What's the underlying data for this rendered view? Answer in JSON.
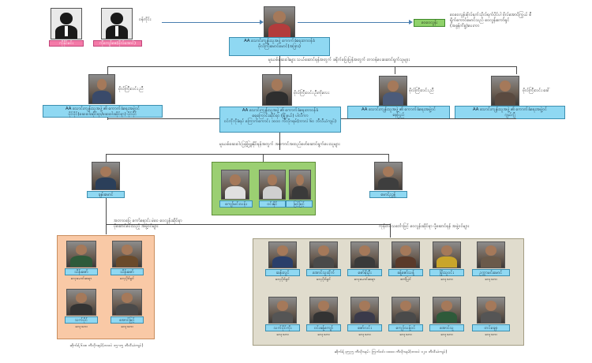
{
  "top": {
    "silhouette1_label": "ကိုနိုင်မင်း",
    "silhouette2_label": "ကိုကျော်ဇေ(ဗိုလ်အောင်)",
    "silhouette_connector": "၀န်ကိုင်း",
    "leader_box": "AA သောင်းကျန်းသူအဖွဲ့ ကောက်ခံရေးတာဝန်ခံ\nဗိုလ်ကြီးမောင်မောင်(အခြား)",
    "green_tag": "ဝေဝေလွန်း",
    "right_note": "ဝေဝေလွန်းဗိုလ်ရက်သိုလ်ရက်ပိုင်ပါ ဗိုလ်အောင်ကြွယ် စီ\nရှိုက်ကောင်မောင်သည် ဝေလွန်းကော်ရှင်\n(အခွန်ကိစ္စ)ပေးကာ"
  },
  "mid_caption": "မူးယစ်ဆေးဝါးများ သယ်ဆောင်ရန်အတွက် ခရိုက်ပြေးပြန်အတွက် တာဝန်ပေးဆောင်ရွက်သူများ",
  "officers": [
    {
      "name": "ဗိုလ်ကြီးလင်း ညီ",
      "box": "AA သောင်းကျန်းသူအဖွဲ့ ၏ ကောက်ခံရေးအဖွဲ့ဝင်\nပိုင်ပိုင်(ဆေးဝါးဆိုင်ရာ/ဆေးဝါးဆိုင်ရာ) ပိုင်ပိုင်"
    },
    {
      "name": "ဗိုလ်ကြီးလင်း ဦးကိုလေး",
      "box": "AA သောင်းကျန်းသူအဖွဲ့ ၏ ကောက်ခံရေးတာဝန်ခံ\nရေကြောင်းဆိုင်ရာ (မြို့နယ်) ပါလီကာ\nဝင်ကိုကိုခံရပ် ကြောက်ကောင်း ၁၀၀၀ ကီလိုဂရမ်(ဘာလဲ ၆၀ ဘီလီယံကျပ်)"
    },
    {
      "name": "ဗိုလ်ကြီးလင်း ညီ",
      "box": "AA သောင်းကျန်းသူအဖွဲ့ ၏ ကောက်ခံရေးအဖွဲ့ဝင်\nနေပြည်"
    },
    {
      "name": "ဗိုလ်ကြီးလင်း ခေါ်",
      "box": "AA သောင်းကျန်းသူအဖွဲ့ ၏ ကောက်ခံရေးအဖွဲ့ဝင်\nဂျယ်ဂျီ"
    }
  ],
  "lower_caption": "မူးယစ်ဆေးဝါး ဖြန့်ဖြူးနိုင်ရန်အတွက် အကောင်အထည်ဖော်ဆောင်ရွက်ပေးသူများ",
  "left_person": {
    "name": "ချမ်းမောင်"
  },
  "middle_group": [
    {
      "name": "ကျော်မင်းသန်း"
    },
    {
      "name": "ဝင်းနိုင်"
    },
    {
      "name": "မြင့်မြင့်"
    }
  ],
  "right_person": {
    "name": "မောင်ညွှန့်"
  },
  "left_branch_caption": "အဘာဝပြေ ကော်ရောင်း မဲဝေ ဝေလွန်းဆိုင်ရာ\nပိုဆောင်ပေးသည့် အဖွဲ့ဝင်များ",
  "right_branch_caption": "ကုန်တင်သင်္ဘောဖြင့် ဝေလွန်းဆိုင်ရာ ပို့ဆောင်ရန် အဖွဲ့ဝင်များ",
  "left_panel": {
    "members": [
      {
        "name": "သိန်းဇော်",
        "role": "လှေမောင်ဆရာ"
      },
      {
        "name": "သိန်းဇော်",
        "role": "လှေပိုင်ရှင်"
      },
      {
        "name": "သက်ပိုင်",
        "role": "လှေသား"
      },
      {
        "name": "အောင်မြင့်",
        "role": "လှေသား"
      }
    ],
    "footer": "ဆိုက်ရ် ၆၁၈ ကီလိုဂရမ်(ဘာလဲ ၁၅-၁၅ ဘီလီယံကျပ်)"
  },
  "right_panel": {
    "members": [
      {
        "name": "ဆန်းလွင်",
        "role": "လှေပိုင်ရှင်"
      },
      {
        "name": "အောင်သူထိုက်",
        "role": "လှေပိုင်ရှင်"
      },
      {
        "name": "ဇော်မိုးဦး",
        "role": "လှေမောင်ဆရာ"
      },
      {
        "name": "ခန့်ဇော်သန့်",
        "role": "စက်ပြင်"
      },
      {
        "name": "မြိုးသူဝင်း",
        "role": "လှေသား"
      },
      {
        "name": "ဥက္ကာမင်းမောင်",
        "role": "လှေသား"
      },
      {
        "name": "သက်ပိုင်ကိုး",
        "role": "လှေသား"
      },
      {
        "name": "ဝင်းခန့်ကျော်",
        "role": "လှေသား"
      },
      {
        "name": "ဇော်လင်း",
        "role": "လှေသား"
      },
      {
        "name": "ကျော်သန့်ဝင်",
        "role": "လှေသား"
      },
      {
        "name": "အောင်သူ",
        "role": "လှေသား"
      },
      {
        "name": "တင်ချော",
        "role": "လှေသား"
      }
    ],
    "footer": "ဆိုက်ရ် ၃၅၇၅ ကီလိုဂရမ် ၊ ကြက်ဝင်း ၁၀၀၀ ကီလိုဂရမ်(ဘာလဲ ၁၂၀ ဘီလီယံကျပ်)"
  }
}
